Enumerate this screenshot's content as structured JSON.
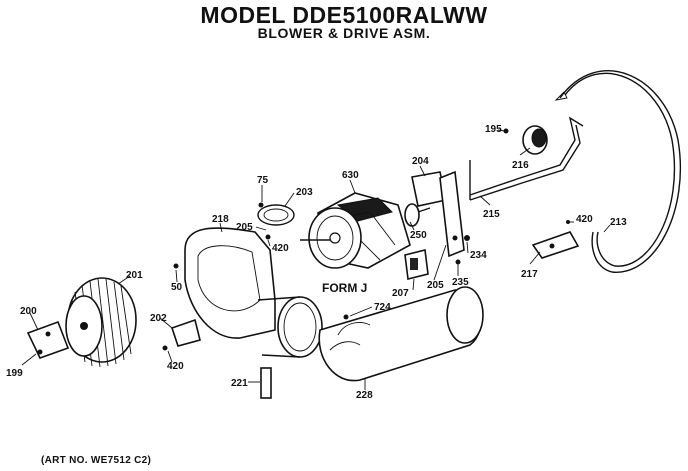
{
  "header": {
    "title": "MODEL DDE5100RALWW",
    "subtitle": "BLOWER & DRIVE ASM."
  },
  "footer": {
    "art_number": "(ART NO. WE7512 C2)"
  },
  "diagram": {
    "form_label": "FORM J",
    "callouts": [
      "195",
      "216",
      "213",
      "420",
      "217",
      "215",
      "204",
      "630",
      "75",
      "203",
      "205",
      "420",
      "250",
      "234",
      "235",
      "205",
      "207",
      "218",
      "50",
      "201",
      "200",
      "199",
      "202",
      "420",
      "724",
      "221",
      "228"
    ]
  }
}
